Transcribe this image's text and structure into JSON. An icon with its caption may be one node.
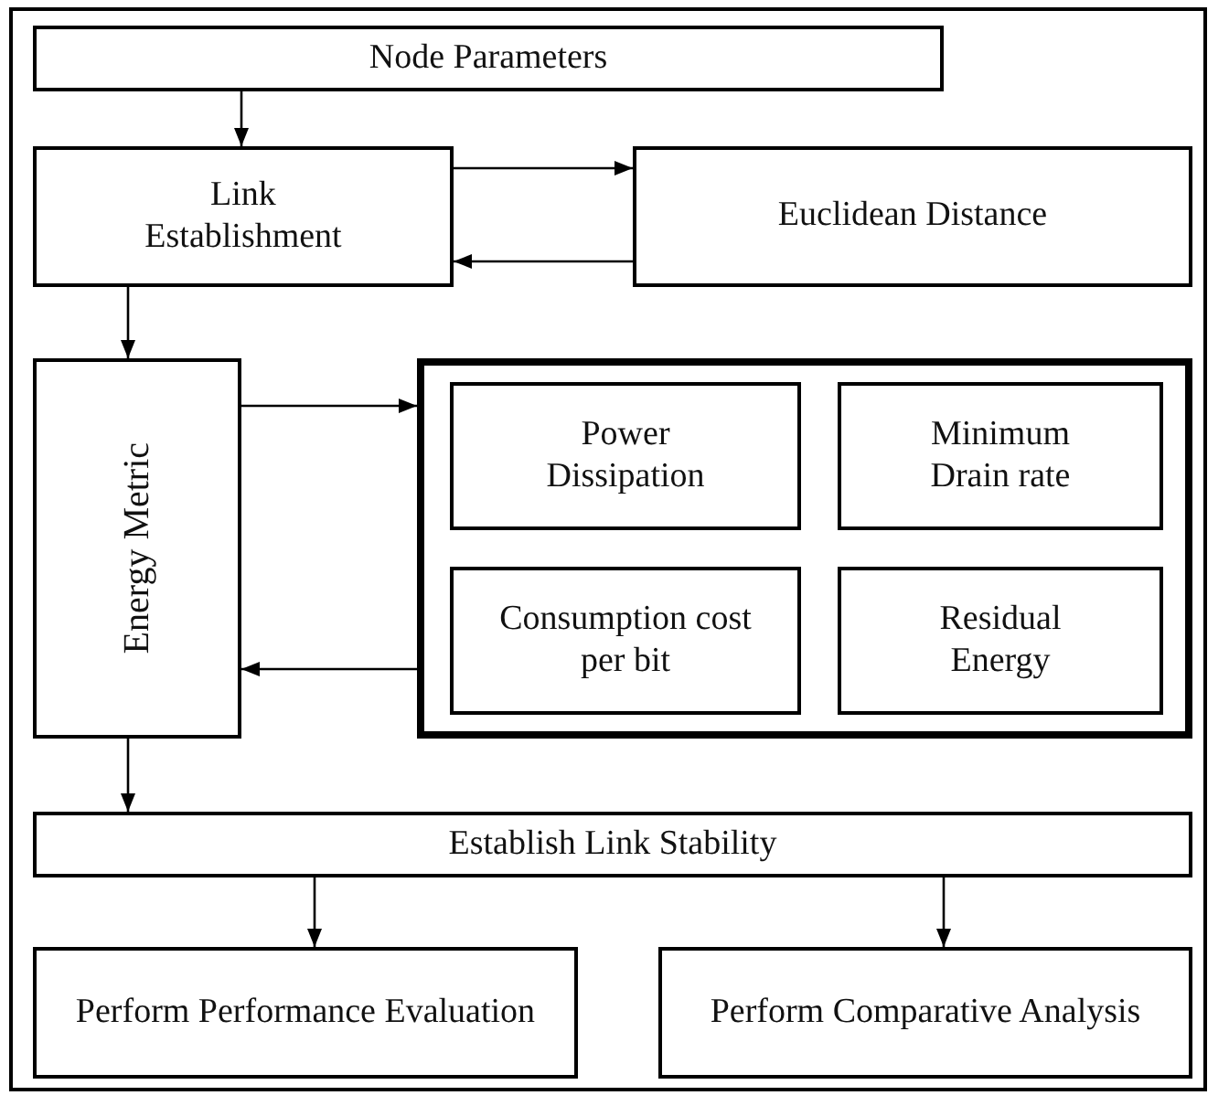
{
  "diagram": {
    "nodes": [
      {
        "text": [
          "Node Parameters"
        ]
      },
      {
        "text": [
          "Link Establishment"
        ]
      },
      {
        "text": [
          "Euclidean Distance"
        ]
      },
      {
        "text": [
          "Energy Metric"
        ]
      },
      {
        "text": [],
        "shape": "box"
      },
      {
        "text": [
          "Power Dissipation"
        ],
        "in": 4
      },
      {
        "text": [
          "Minimum Drain rate"
        ],
        "in": 4
      },
      {
        "text": [
          "Consumption cost per bit"
        ],
        "in": 4
      },
      {
        "text": [
          "Residual Energy"
        ],
        "in": 4
      },
      {
        "text": [
          "Establish Link Stability"
        ]
      },
      {
        "text": [
          "Perform Performance Evaluation"
        ]
      },
      {
        "text": [
          "Perform Comparative Analysis"
        ]
      }
    ],
    "edges": [
      {
        "from": 0,
        "to": 1,
        "arrow": "to"
      },
      {
        "from": 1,
        "to": 2,
        "arrow": "to"
      },
      {
        "from": 2,
        "to": 1,
        "arrow": "to"
      },
      {
        "from": 1,
        "to": 3,
        "arrow": "to"
      },
      {
        "from": 3,
        "to": 4,
        "arrow": "to"
      },
      {
        "from": 4,
        "to": 3,
        "arrow": "to"
      },
      {
        "from": 3,
        "to": 9,
        "arrow": "to"
      },
      {
        "from": 9,
        "to": 10,
        "arrow": "to"
      },
      {
        "from": 9,
        "to": 11,
        "arrow": "to"
      }
    ]
  }
}
